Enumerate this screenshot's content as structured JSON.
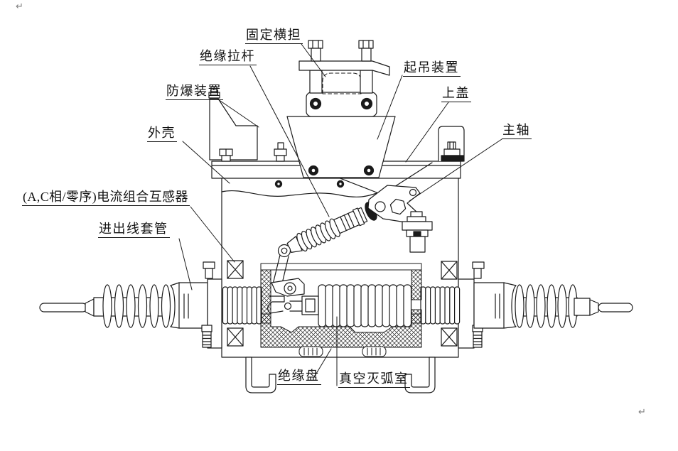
{
  "diagram": {
    "type": "technical-cross-section",
    "subject": "vacuum circuit breaker structure",
    "colors": {
      "line": "#1a1a1a",
      "background": "#ffffff",
      "fill": "#ffffff"
    },
    "labels": [
      {
        "id": "fixed-crossarm",
        "text": "固定横担"
      },
      {
        "id": "insulating-pull-rod",
        "text": "绝缘拉杆"
      },
      {
        "id": "explosion-proof-device",
        "text": "防爆装置"
      },
      {
        "id": "housing",
        "text": "外壳"
      },
      {
        "id": "current-transformer",
        "text": "(A,C相/零序)电流组合互感器"
      },
      {
        "id": "line-bushing",
        "text": "进出线套管"
      },
      {
        "id": "lifting-device",
        "text": "起吊装置"
      },
      {
        "id": "top-cover",
        "text": "上盖"
      },
      {
        "id": "main-shaft",
        "text": "主轴"
      },
      {
        "id": "insulating-disc",
        "text": "绝缘盘"
      },
      {
        "id": "vacuum-interrupter",
        "text": "真空灭弧室"
      }
    ],
    "artifacts": {
      "return_mark": "↵"
    }
  }
}
